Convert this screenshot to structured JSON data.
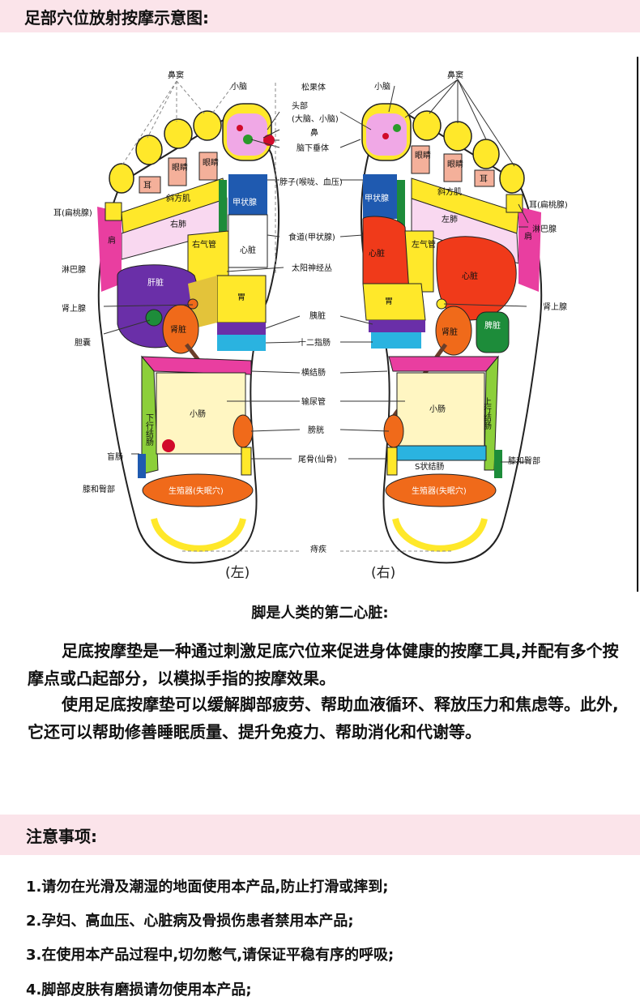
{
  "header": {
    "title": "足部穴位放射按摩示意图:"
  },
  "diagram": {
    "left_caption": "(左)",
    "right_caption": "(右)",
    "labels_top_left": {
      "bidou": "鼻窦",
      "xiaonao": "小脑"
    },
    "labels_top_right": {
      "xiaonao": "小脑",
      "bidou": "鼻窦"
    },
    "labels_left": {
      "er": "耳(扁桃腺)",
      "jian": "肩",
      "linbaxian": "淋巴腺",
      "shenshangxian": "肾上腺",
      "dannang": "胆囊",
      "mangchang": "盲肠",
      "xihetunbu": "膝和臀部"
    },
    "labels_center": {
      "songguoti": "松果体",
      "toubu": "头部",
      "danao_xiaonao": "(大脑、小脑)",
      "bi": "鼻",
      "naoxiachuiti": "脑下垂体",
      "bozi": "脖子(喉咙、血压)",
      "shidao": "食道(甲状腺)",
      "taiyangshenjingcong": "太阳神经丛",
      "yizang": "胰脏",
      "shierzhichang": "十二指肠",
      "hengjiechang": "横结肠",
      "shuniaoguan": "输尿管",
      "pangguang": "膀胱",
      "weigu": "尾骨(仙骨)",
      "zhiji": "痔疾"
    },
    "labels_right": {
      "er": "耳(扁桃腺)",
      "linbaxian": "淋巴腺",
      "shenshangxian": "肾上腺",
      "xihetunbu": "膝和臀部"
    },
    "inner_left": {
      "yanjing": "眼睛",
      "er": "耳",
      "xiefangji": "斜方肌",
      "youfei": "右肺",
      "youqiguan": "右气管",
      "jiazhuangxian": "甲状腺",
      "xinzang": "心脏",
      "ganzang": "肝脏",
      "shenzang": "肾脏",
      "wei": "胃",
      "xiaxingjiechang": "下行结肠",
      "xiaochang": "小肠",
      "shengzhiqi": "生殖器(失眠穴)",
      "jian": "肩"
    },
    "inner_right": {
      "yanjing": "眼睛",
      "er": "耳",
      "xiefangji": "斜方肌",
      "zuofei": "左肺",
      "jiazhuangxian": "甲状腺",
      "zuoqiguan": "左气管",
      "xinzang": "心脏",
      "wei": "胃",
      "shenzang": "肾脏",
      "pizang": "脾脏",
      "shangxingjiechang": "上行结肠",
      "xiaochang": "小肠",
      "szhuangjiechang": "S状结肠",
      "shengzhiqi": "生殖器(失眠穴)",
      "jian": "肩"
    }
  },
  "subtitle": "脚是人类的第二心脏:",
  "paragraphs": {
    "p1": "足底按摩垫是一种通过刺激足底穴位来促进身体健康的按摩工具,并配有多个按摩点或凸起部分，以模拟手指的按摩效果。",
    "p2": "使用足底按摩垫可以缓解脚部疲劳、帮助血液循环、释放压力和焦虑等。此外,它还可以帮助修善睡眠质量、提升免疫力、帮助消化和代谢等。"
  },
  "notes": {
    "title": "注意事项:",
    "items": [
      "1.请勿在光滑及潮湿的地面使用本产品,防止打滑或摔到;",
      "2.孕妇、高血压、心脏病及骨损伤患者禁用本产品;",
      "3.在使用本产品过程中,切勿憋气,请保证平稳有序的呼吸;",
      "4.脚部皮肤有磨损请勿使用本产品;"
    ]
  }
}
